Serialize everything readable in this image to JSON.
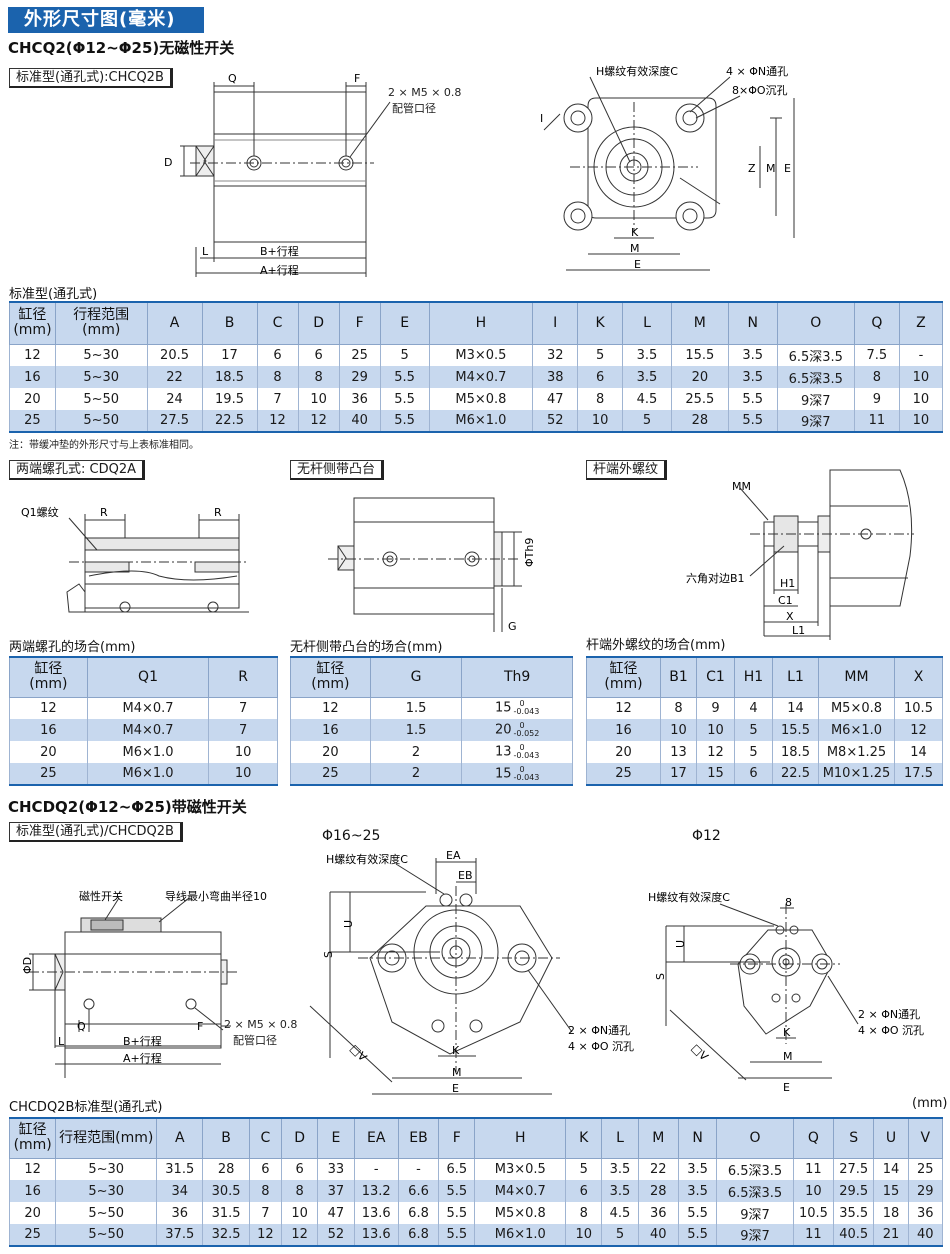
{
  "banner": "外形尺寸图(毫米)",
  "section1": {
    "title": "CHCQ2(Φ12~Φ25)无磁性开关",
    "std_label": "标准型(通孔式):CHCQ2B",
    "front_labels": {
      "Q": "Q",
      "F": "F",
      "D": "D",
      "L": "L",
      "B": "B+行程",
      "A": "A+行程",
      "port": "2 × M5 × 0.8",
      "port2": "配管口径"
    },
    "side_labels": {
      "H": "H螺纹有效深度C",
      "N": "4 × ΦN通孔",
      "O": "8×ΦO沉孔",
      "I": "I",
      "Z": "Z",
      "M": "M",
      "E": "E",
      "K": "K"
    },
    "table_title": "标准型(通孔式)",
    "headers": [
      "缸径\n(mm)",
      "行程范围\n(mm)",
      "A",
      "B",
      "C",
      "D",
      "F",
      "E",
      "H",
      "I",
      "K",
      "L",
      "M",
      "N",
      "O",
      "Q",
      "Z"
    ],
    "rows": [
      [
        "12",
        "5~30",
        "20.5",
        "17",
        "6",
        "6",
        "25",
        "5",
        "M3×0.5",
        "32",
        "5",
        "3.5",
        "15.5",
        "3.5",
        "6.5深3.5",
        "7.5",
        "-"
      ],
      [
        "16",
        "5~30",
        "22",
        "18.5",
        "8",
        "8",
        "29",
        "5.5",
        "M4×0.7",
        "38",
        "6",
        "3.5",
        "20",
        "3.5",
        "6.5深3.5",
        "8",
        "10"
      ],
      [
        "20",
        "5~50",
        "24",
        "19.5",
        "7",
        "10",
        "36",
        "5.5",
        "M5×0.8",
        "47",
        "8",
        "4.5",
        "25.5",
        "5.5",
        "9深7",
        "9",
        "10"
      ],
      [
        "25",
        "5~50",
        "27.5",
        "22.5",
        "12",
        "12",
        "40",
        "5.5",
        "M6×1.0",
        "52",
        "10",
        "5",
        "28",
        "5.5",
        "9深7",
        "11",
        "10"
      ]
    ],
    "note": "注：带缓冲垫的外形尺寸与上表标准相同。"
  },
  "section2": {
    "label_a": "两端螺孔式: CDQ2A",
    "label_b": "无杆侧带凸台",
    "label_c": "杆端外螺纹",
    "diag_labels": {
      "Q1": "Q1螺纹",
      "R": "R",
      "Th9": "ΦTh9",
      "G": "G",
      "MM": "MM",
      "B1": "六角对边B1",
      "H1": "H1",
      "C1": "C1",
      "X": "X",
      "L1": "L1"
    },
    "cap_a": "两端螺孔的场合(mm)",
    "cap_b": "无杆侧带凸台的场合(mm)",
    "cap_c": "杆端外螺纹的场合(mm)",
    "table_a": {
      "headers": [
        "缸径\n(mm)",
        "Q1",
        "R"
      ],
      "rows": [
        [
          "12",
          "M4×0.7",
          "7"
        ],
        [
          "16",
          "M4×0.7",
          "7"
        ],
        [
          "20",
          "M6×1.0",
          "10"
        ],
        [
          "25",
          "M6×1.0",
          "10"
        ]
      ]
    },
    "table_b": {
      "headers": [
        "缸径\n(mm)",
        "G",
        "Th9"
      ],
      "rows": [
        {
          "bore": "12",
          "G": "1.5",
          "th": "15",
          "up": "0",
          "low": "-0.043"
        },
        {
          "bore": "16",
          "G": "1.5",
          "th": "20",
          "up": "0",
          "low": "-0.052"
        },
        {
          "bore": "20",
          "G": "2",
          "th": "13",
          "up": "0",
          "low": "-0.043"
        },
        {
          "bore": "25",
          "G": "2",
          "th": "15",
          "up": "0",
          "low": "-0.043"
        }
      ]
    },
    "table_c": {
      "headers": [
        "缸径\n(mm)",
        "B1",
        "C1",
        "H1",
        "L1",
        "MM",
        "X"
      ],
      "rows": [
        [
          "12",
          "8",
          "9",
          "4",
          "14",
          "M5×0.8",
          "10.5"
        ],
        [
          "16",
          "10",
          "10",
          "5",
          "15.5",
          "M6×1.0",
          "12"
        ],
        [
          "20",
          "13",
          "12",
          "5",
          "18.5",
          "M8×1.25",
          "14"
        ],
        [
          "25",
          "17",
          "15",
          "6",
          "22.5",
          "M10×1.25",
          "17.5"
        ]
      ]
    }
  },
  "section3": {
    "title": "CHCDQ2(Φ12~Φ25)带磁性开关",
    "std_label": "标准型(通孔式)/CHCDQ2B",
    "view_16": "Φ16~25",
    "view_12": "Φ12",
    "front_labels": {
      "switch": "磁性开关",
      "wire": "导线最小弯曲半径10",
      "D": "ΦD",
      "Q": "Q",
      "L": "L",
      "F": "F",
      "B": "B+行程",
      "A": "A+行程",
      "port": "2 × M5 × 0.8",
      "port2": "配管口径"
    },
    "side_labels": {
      "H": "H螺纹有效深度C",
      "EA": "EA",
      "EB": "EB",
      "U": "U",
      "S": "S",
      "V": "□V",
      "K": "K",
      "M": "M",
      "E": "E",
      "N": "2 × ΦN通孔",
      "O": "4 × ΦO 沉孔",
      "eight": "8"
    },
    "table_title": "CHCDQ2B标准型(通孔式)",
    "unit": "(mm)",
    "headers": [
      "缸径\n(mm)",
      "行程范围(mm)",
      "A",
      "B",
      "C",
      "D",
      "E",
      "EA",
      "EB",
      "F",
      "H",
      "K",
      "L",
      "M",
      "N",
      "O",
      "Q",
      "S",
      "U",
      "V"
    ],
    "rows": [
      [
        "12",
        "5~30",
        "31.5",
        "28",
        "6",
        "6",
        "33",
        "-",
        "-",
        "6.5",
        "M3×0.5",
        "5",
        "3.5",
        "22",
        "3.5",
        "6.5深3.5",
        "11",
        "27.5",
        "14",
        "25"
      ],
      [
        "16",
        "5~30",
        "34",
        "30.5",
        "8",
        "8",
        "37",
        "13.2",
        "6.6",
        "5.5",
        "M4×0.7",
        "6",
        "3.5",
        "28",
        "3.5",
        "6.5深3.5",
        "10",
        "29.5",
        "15",
        "29"
      ],
      [
        "20",
        "5~50",
        "36",
        "31.5",
        "7",
        "10",
        "47",
        "13.6",
        "6.8",
        "5.5",
        "M5×0.8",
        "8",
        "4.5",
        "36",
        "5.5",
        "9深7",
        "10.5",
        "35.5",
        "18",
        "36"
      ],
      [
        "25",
        "5~50",
        "37.5",
        "32.5",
        "12",
        "12",
        "52",
        "13.6",
        "6.8",
        "5.5",
        "M6×1.0",
        "10",
        "5",
        "40",
        "5.5",
        "9深7",
        "11",
        "40.5",
        "21",
        "40"
      ]
    ]
  }
}
